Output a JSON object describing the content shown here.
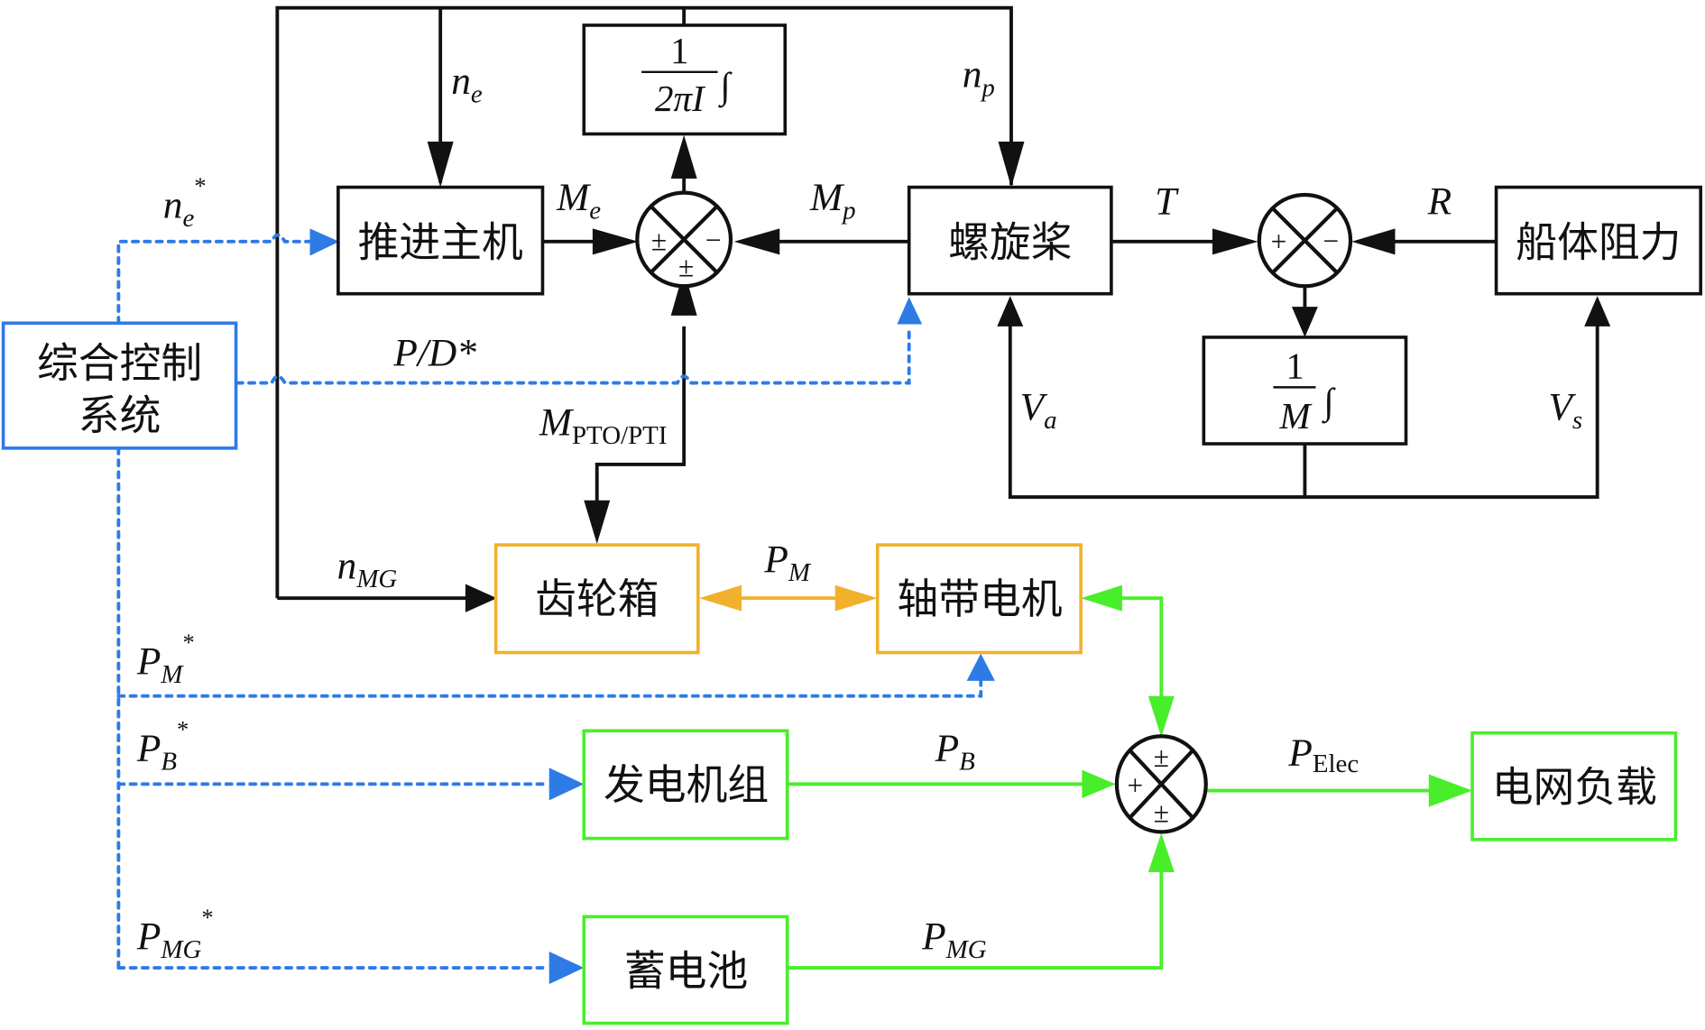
{
  "blocks": {
    "control_system": {
      "line1": "综合控制",
      "line2": "系统"
    },
    "main_engine": "推进主机",
    "propeller": "螺旋桨",
    "hull_resistance": "船体阻力",
    "gearbox": "齿轮箱",
    "shaft_motor": "轴带电机",
    "generator_set": "发电机组",
    "battery": "蓄电池",
    "grid_load": "电网负载",
    "inertia_integrator": {
      "numerator": "1",
      "denominator": "2πI",
      "integral": "∫"
    },
    "mass_integrator": {
      "numerator": "1",
      "denominator": "M",
      "integral": "∫"
    }
  },
  "signals": {
    "ne": {
      "main": "n",
      "sub": "e"
    },
    "ne_ref": {
      "main": "n",
      "sub": "e",
      "sup": "*"
    },
    "np": {
      "main": "n",
      "sub": "p"
    },
    "Me": {
      "main": "M",
      "sub": "e"
    },
    "Mp": {
      "main": "M",
      "sub": "p"
    },
    "T": {
      "main": "T"
    },
    "R": {
      "main": "R"
    },
    "PD_ref": {
      "main": "P/D*"
    },
    "Va": {
      "main": "V",
      "sub": "a"
    },
    "Vs": {
      "main": "V",
      "sub": "s"
    },
    "M_pto_pti": {
      "main": "M",
      "sub": "PTO/PTI"
    },
    "nMG": {
      "main": "n",
      "sub": "MG"
    },
    "PM": {
      "main": "P",
      "sub": "M"
    },
    "PM_ref": {
      "main": "P",
      "sub": "M",
      "sup": "*"
    },
    "PB": {
      "main": "P",
      "sub": "B"
    },
    "PB_ref": {
      "main": "P",
      "sub": "B",
      "sup": "*"
    },
    "PMG": {
      "main": "P",
      "sub": "MG"
    },
    "PMG_ref": {
      "main": "P",
      "sub": "MG",
      "sup": "*"
    },
    "PElec": {
      "main": "P",
      "sub": "Elec"
    }
  },
  "junctions": {
    "torque_sum": {
      "left": "±",
      "right": "−",
      "bottom": "±"
    },
    "force_sum": {
      "left": "+",
      "right": "−"
    },
    "power_sum": {
      "left": "+",
      "top": "±",
      "bottom": "±"
    }
  },
  "colors": {
    "mechanical": "#111111",
    "control": "#2E7BE6",
    "gear_power": "#F2B12C",
    "electrical": "#49EE2A"
  }
}
